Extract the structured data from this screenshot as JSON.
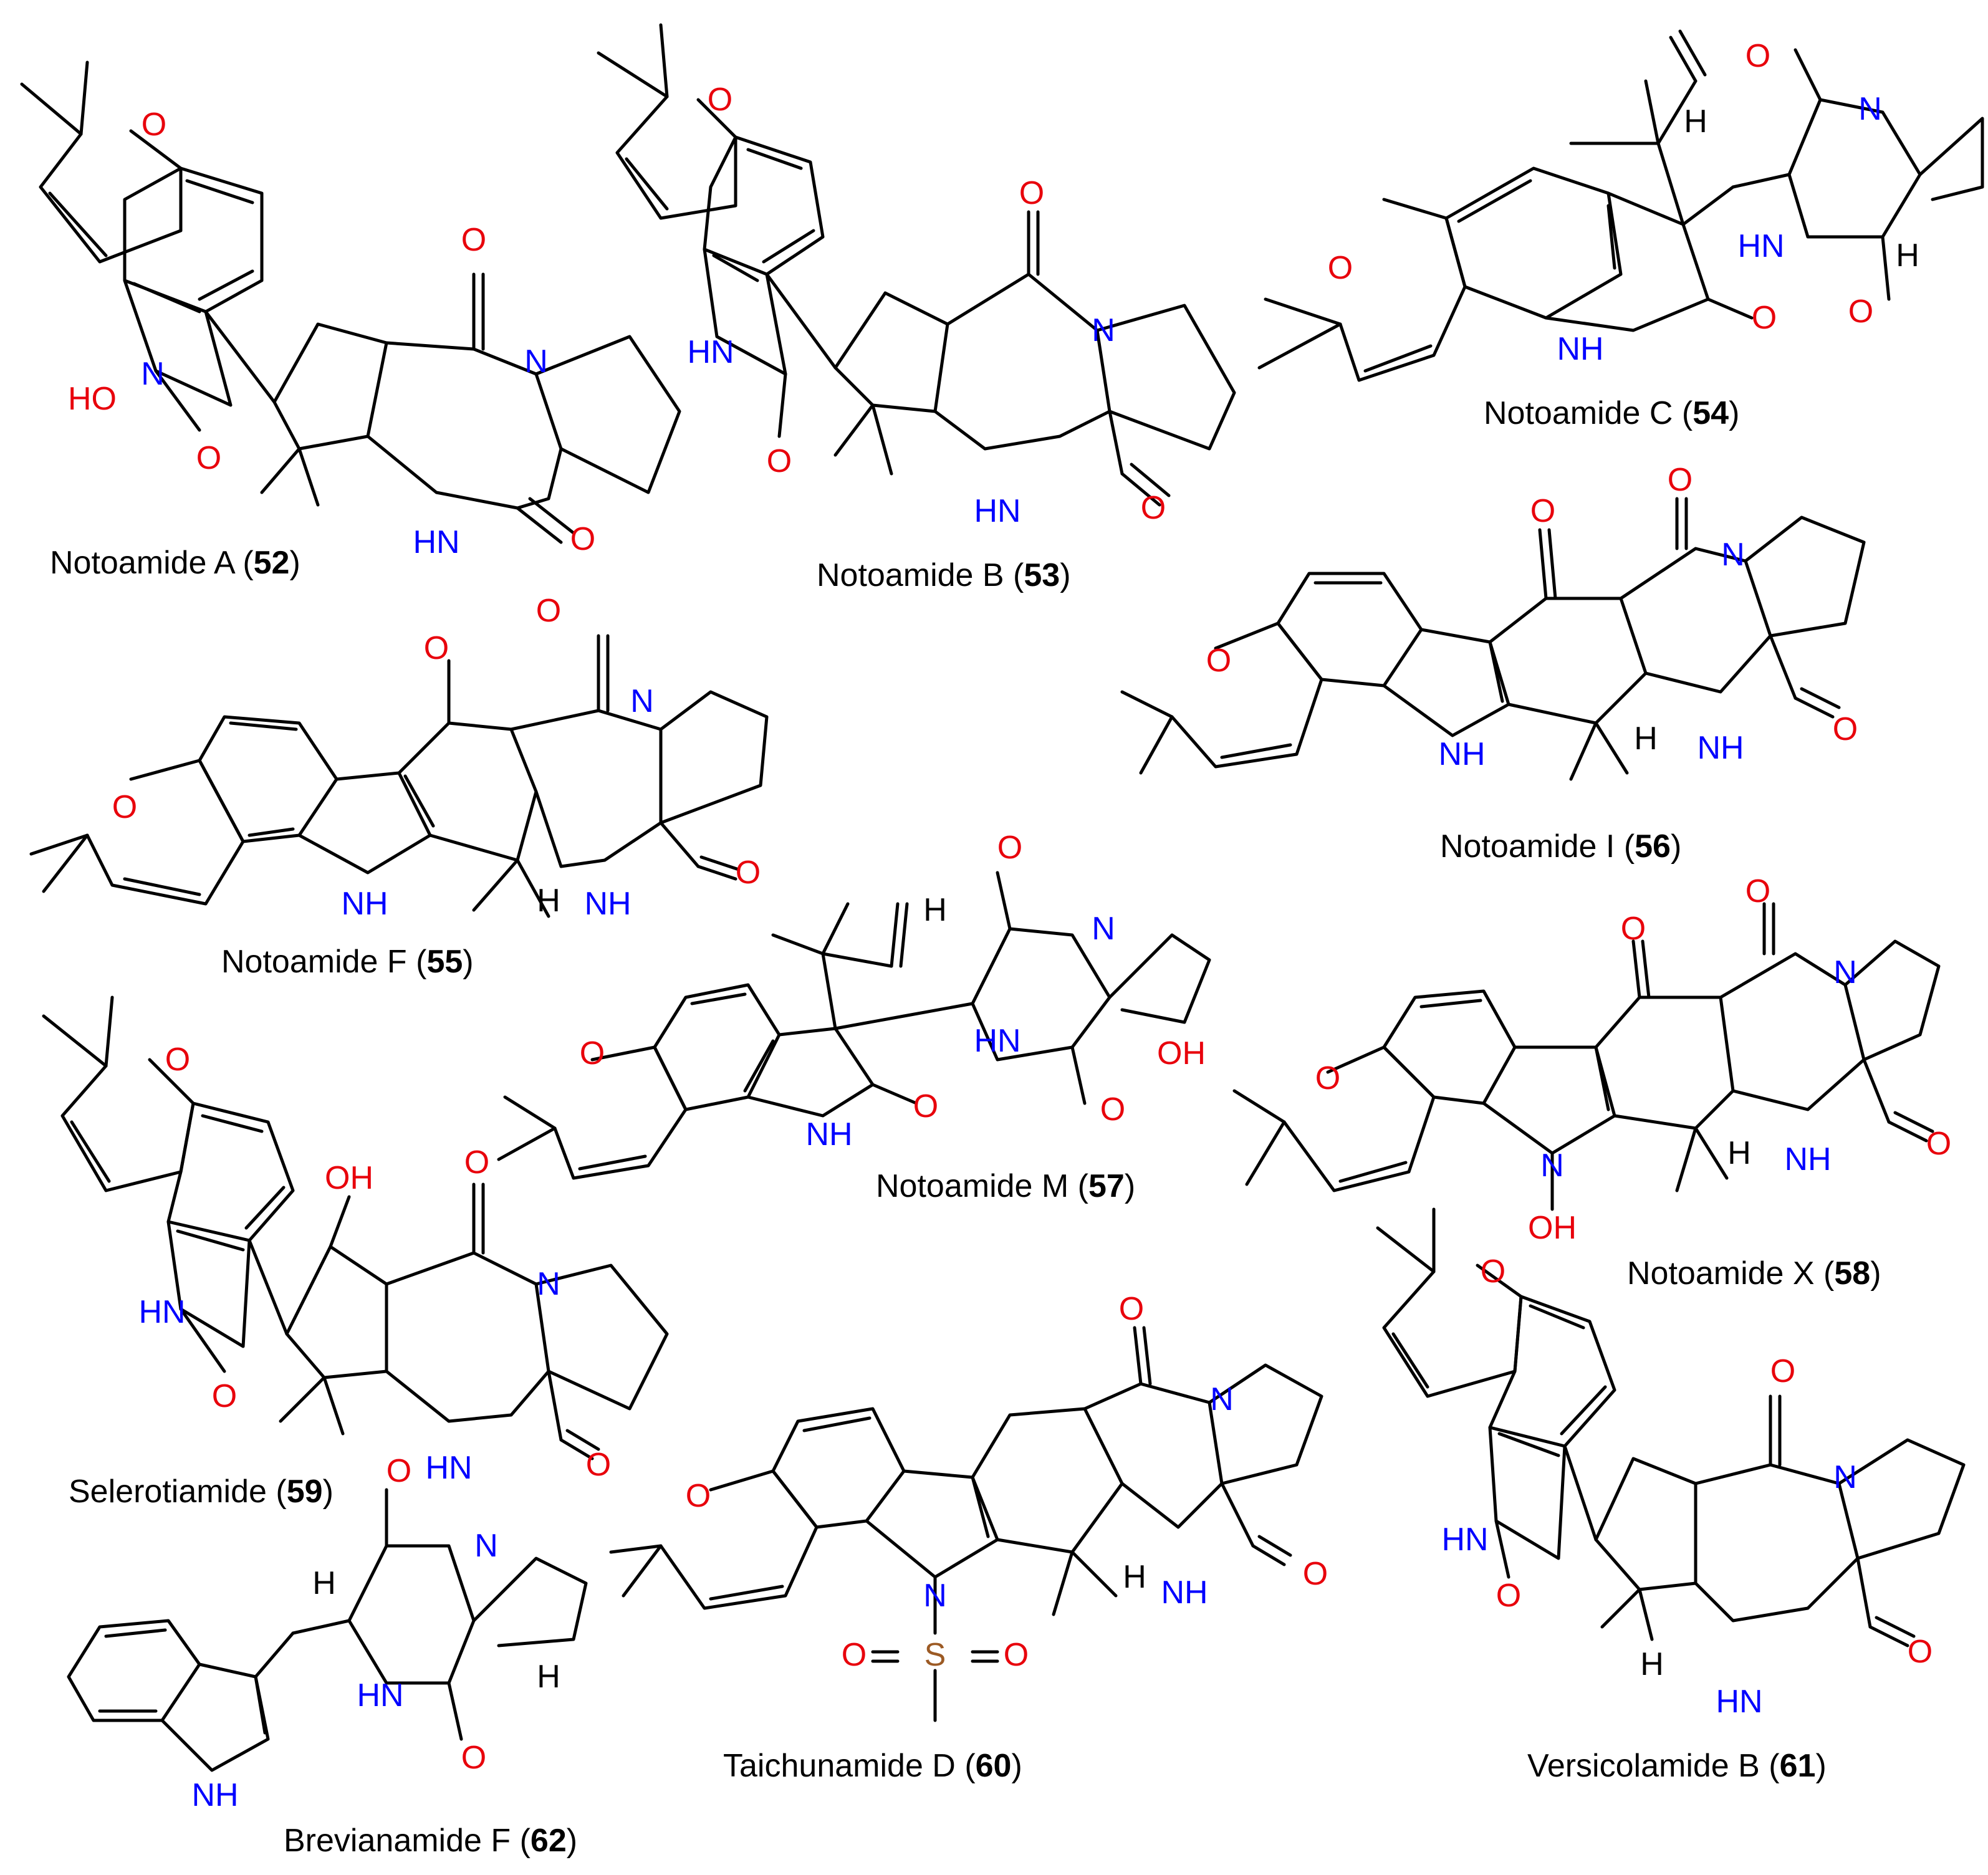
{
  "compounds": [
    {
      "name": "Notoamide A",
      "number": "52"
    },
    {
      "name": "Notoamide B",
      "number": "53"
    },
    {
      "name": "Notoamide C",
      "number": "54"
    },
    {
      "name": "Notoamide F",
      "number": "55"
    },
    {
      "name": "Notoamide I",
      "number": "56"
    },
    {
      "name": "Notoamide M",
      "number": "57"
    },
    {
      "name": "Notoamide X",
      "number": "58"
    },
    {
      "name": "Selerotiamide",
      "number": "59"
    },
    {
      "name": "Taichunamide D",
      "number": "60"
    },
    {
      "name": "Versicolamide B",
      "number": "61"
    },
    {
      "name": "Brevianamide F",
      "number": "62"
    }
  ],
  "atoms": {
    "o": "O",
    "n": "N",
    "h": "H",
    "nh": "NH",
    "hn": "HN",
    "hno": "HO",
    "oh": "OH",
    "s": "S"
  },
  "colors": {
    "oxygen": "#e8000b",
    "nitrogen": "#0000ff",
    "sulfur": "#9c5a24",
    "carbon": "#000000"
  }
}
